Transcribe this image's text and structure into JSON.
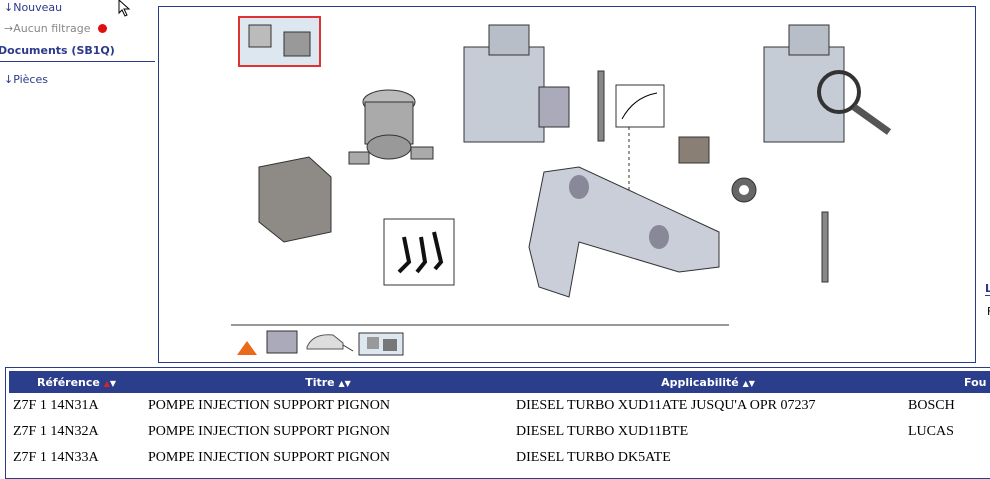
{
  "sidebar": {
    "new_label": "↓Nouveau",
    "filter_label": "→Aucun filtrage",
    "section_title": "Documents (SB1Q)",
    "parts_label": "↓Pièces"
  },
  "right_panel": {
    "heading": "L",
    "text": "F"
  },
  "table": {
    "headers": [
      {
        "label": "Référence",
        "sort": "▲▼"
      },
      {
        "label": "Titre",
        "sort": "▲▼"
      },
      {
        "label": "Applicabilité",
        "sort": "▲▼"
      },
      {
        "label": "Fou"
      }
    ],
    "rows": [
      [
        "Z7F 1 14N31A",
        "POMPE INJECTION SUPPORT PIGNON",
        "DIESEL TURBO XUD11ATE JUSQU'A OPR 07237",
        "BOSCH"
      ],
      [
        "Z7F 1 14N32A",
        "POMPE INJECTION SUPPORT PIGNON",
        "DIESEL TURBO XUD11BTE",
        "LUCAS"
      ],
      [
        "Z7F 1 14N33A",
        "POMPE INJECTION SUPPORT PIGNON",
        "DIESEL TURBO DK5ATE",
        ""
      ]
    ]
  },
  "colors": {
    "navy": "#2b3e8c",
    "red_dot": "#e01010",
    "orange": "#e86a1a"
  }
}
